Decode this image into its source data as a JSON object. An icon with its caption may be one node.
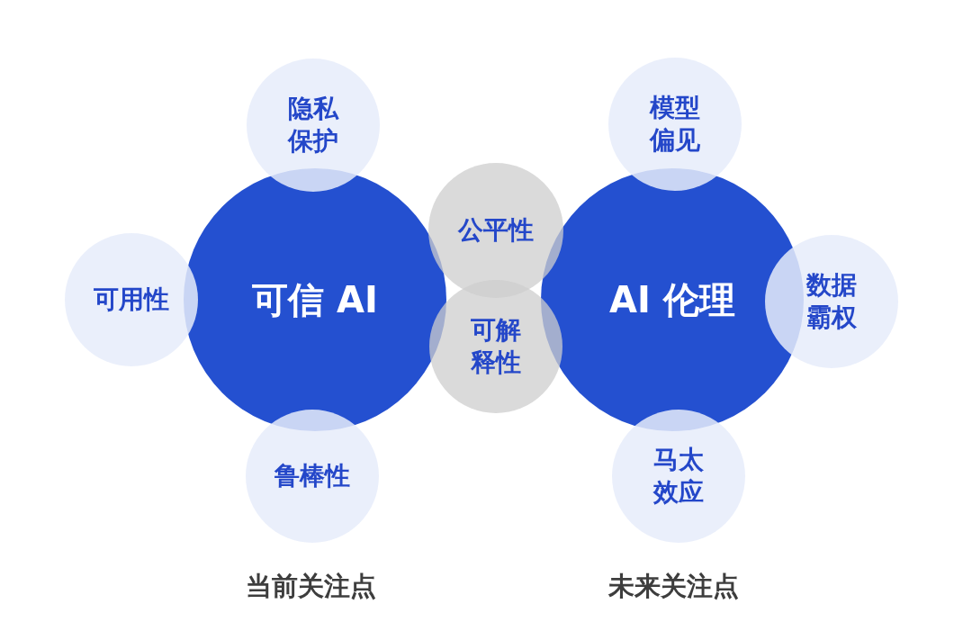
{
  "diagram": {
    "nodes": [
      {
        "text": [
          "隐私保护"
        ]
      },
      {
        "text": [
          "模型偏见"
        ]
      },
      {
        "text": [
          "公平性"
        ]
      },
      {
        "text": [
          "可用性"
        ]
      },
      {
        "text": [
          "可信 AI"
        ]
      },
      {
        "text": [
          "AI 伦理"
        ]
      },
      {
        "text": [
          "数据霸权"
        ]
      },
      {
        "text": [
          "可解释性"
        ]
      },
      {
        "text": [
          "鲁棒性"
        ]
      },
      {
        "text": [
          "马太效应"
        ]
      }
    ],
    "labels": [
      "当前关注点",
      "未来关注点"
    ]
  }
}
